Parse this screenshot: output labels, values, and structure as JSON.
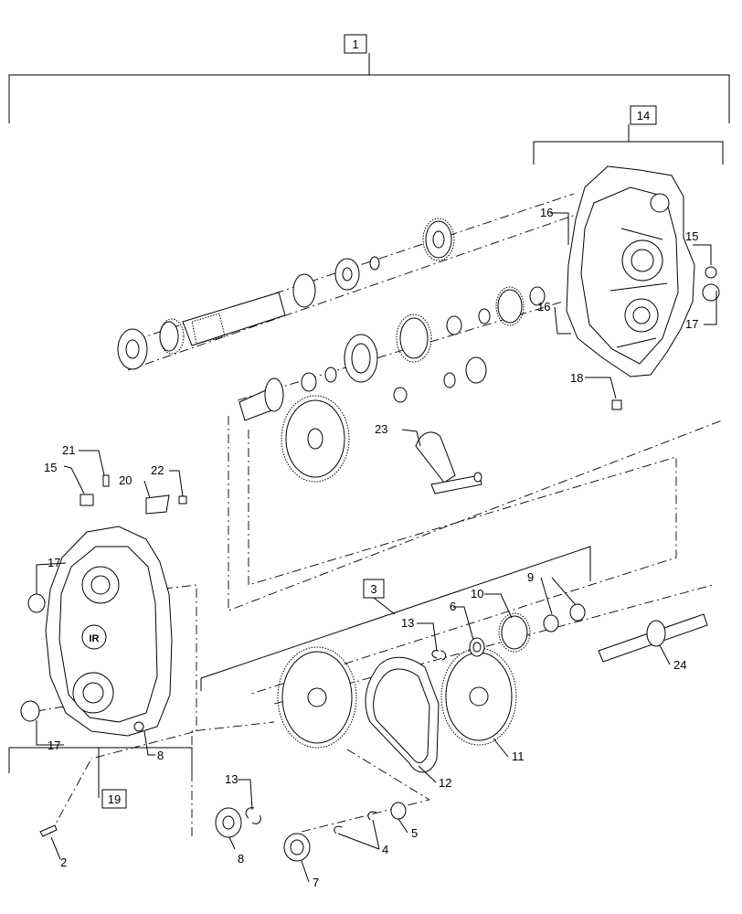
{
  "callouts": {
    "c1": "1",
    "c14": "14",
    "c3": "3",
    "c19": "19",
    "p2": "2",
    "p4": "4",
    "p5": "5",
    "p6": "6",
    "p7": "7",
    "p8a": "8",
    "p8b": "8",
    "p9": "9",
    "p10": "10",
    "p11": "11",
    "p12": "12",
    "p13a": "13",
    "p13b": "13",
    "p15a": "15",
    "p15b": "15",
    "p16a": "16",
    "p16b": "16",
    "p17a": "17",
    "p17b": "17",
    "p17c": "17",
    "p18": "18",
    "p20": "20",
    "p21": "21",
    "p22": "22",
    "p23": "23",
    "p24": "24"
  },
  "logo_text": "IR"
}
